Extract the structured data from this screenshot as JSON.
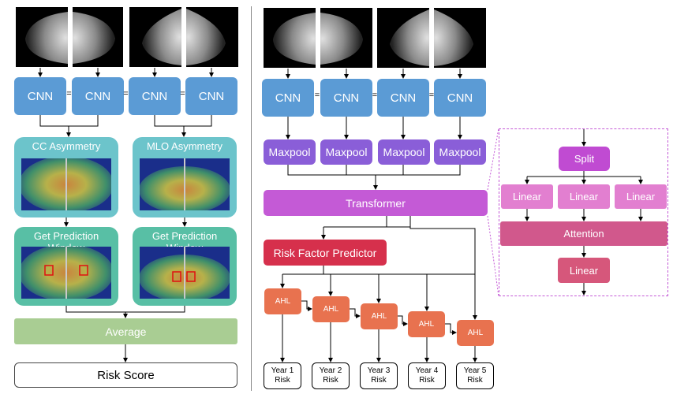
{
  "left": {
    "cnn_label": "CNN",
    "eq": "=",
    "cc_title": "CC Asymmetry",
    "mlo_title": "MLO Asymmetry",
    "window_title": "Get Prediction Window",
    "average": "Average",
    "risk_score": "Risk Score"
  },
  "right": {
    "cnn_label": "CNN",
    "maxpool_label": "Maxpool",
    "transformer": "Transformer",
    "risk_factor_predictor": "Risk Factor Predictor",
    "ahl_label": "AHL",
    "years": [
      {
        "line1": "Year 1",
        "line2": "Risk"
      },
      {
        "line1": "Year 2",
        "line2": "Risk"
      },
      {
        "line1": "Year 3",
        "line2": "Risk"
      },
      {
        "line1": "Year 4",
        "line2": "Risk"
      },
      {
        "line1": "Year 5",
        "line2": "Risk"
      }
    ]
  },
  "attention_block": {
    "split": "Split",
    "linear": "Linear",
    "attention": "Attention",
    "linear_out": "Linear"
  },
  "colors": {
    "cnn": "#5b9bd5",
    "maxpool": "#8a5ed8",
    "transformer": "#c45ad6",
    "risk_factor_predictor": "#d6304c",
    "ahl": "#e8724f",
    "average": "#a9cd93",
    "attention_border": "#c45ad6"
  }
}
